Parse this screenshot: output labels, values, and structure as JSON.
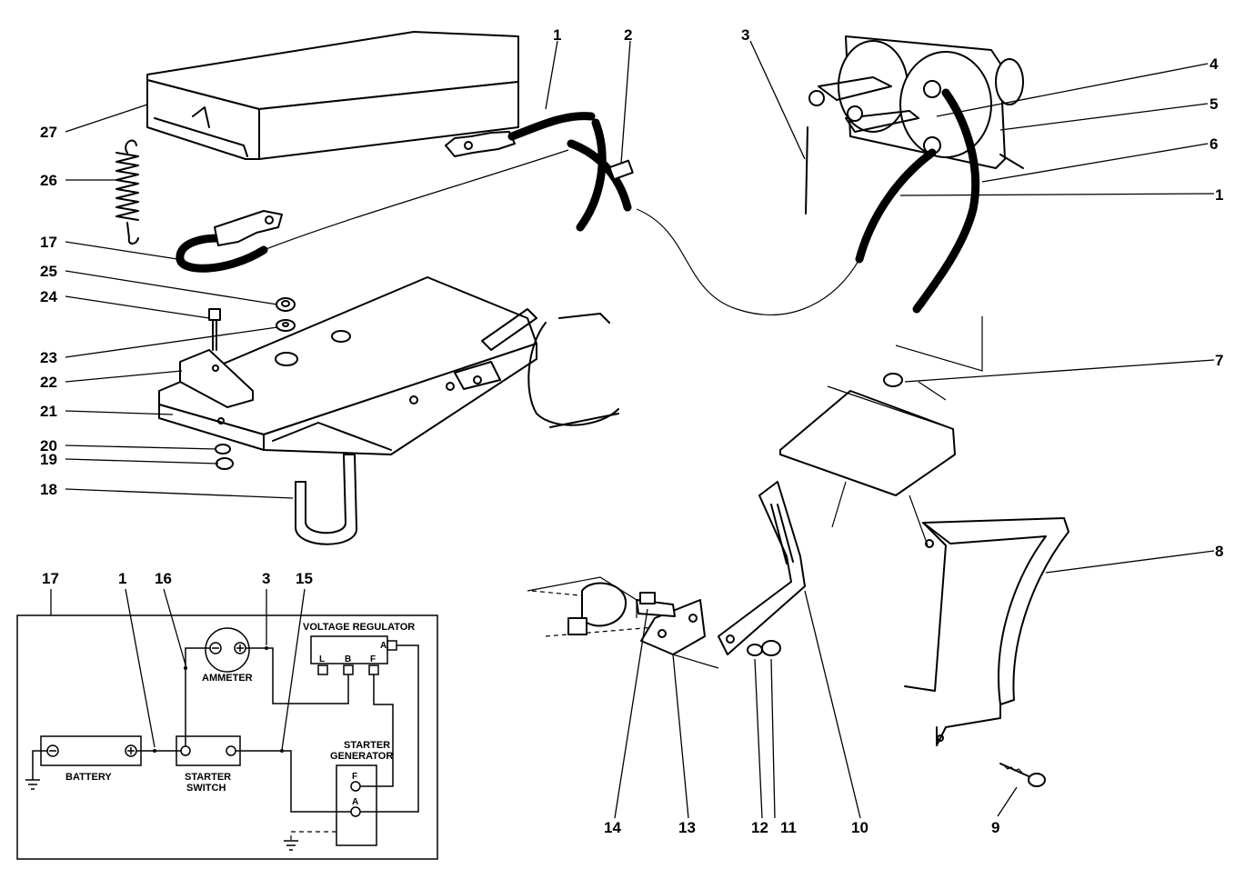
{
  "parts": {
    "p1_top": "1",
    "p2": "2",
    "p3": "3",
    "p4": "4",
    "p5": "5",
    "p6": "6",
    "p1_right": "1",
    "p7": "7",
    "p8": "8",
    "p9": "9",
    "p10": "10",
    "p11": "11",
    "p12": "12",
    "p13": "13",
    "p14": "14",
    "p27": "27",
    "p26": "26",
    "p17": "17",
    "p25": "25",
    "p24": "24",
    "p23": "23",
    "p22": "22",
    "p21": "21",
    "p20": "20",
    "p19": "19",
    "p18": "18"
  },
  "wiring": {
    "labels": {
      "l17": "17",
      "l1": "1",
      "l16": "16",
      "l3": "3",
      "l15": "15"
    },
    "voltage_regulator": "VOLTAGE REGULATOR",
    "ammeter": "AMMETER",
    "battery": "BATTERY",
    "starter_switch_1": "STARTER",
    "starter_switch_2": "SWITCH",
    "starter_generator_1": "STARTER",
    "starter_generator_2": "GENERATOR",
    "term_L": "L",
    "term_B": "B",
    "term_F": "F",
    "term_A": "A",
    "gen_F": "F",
    "gen_A": "A"
  }
}
